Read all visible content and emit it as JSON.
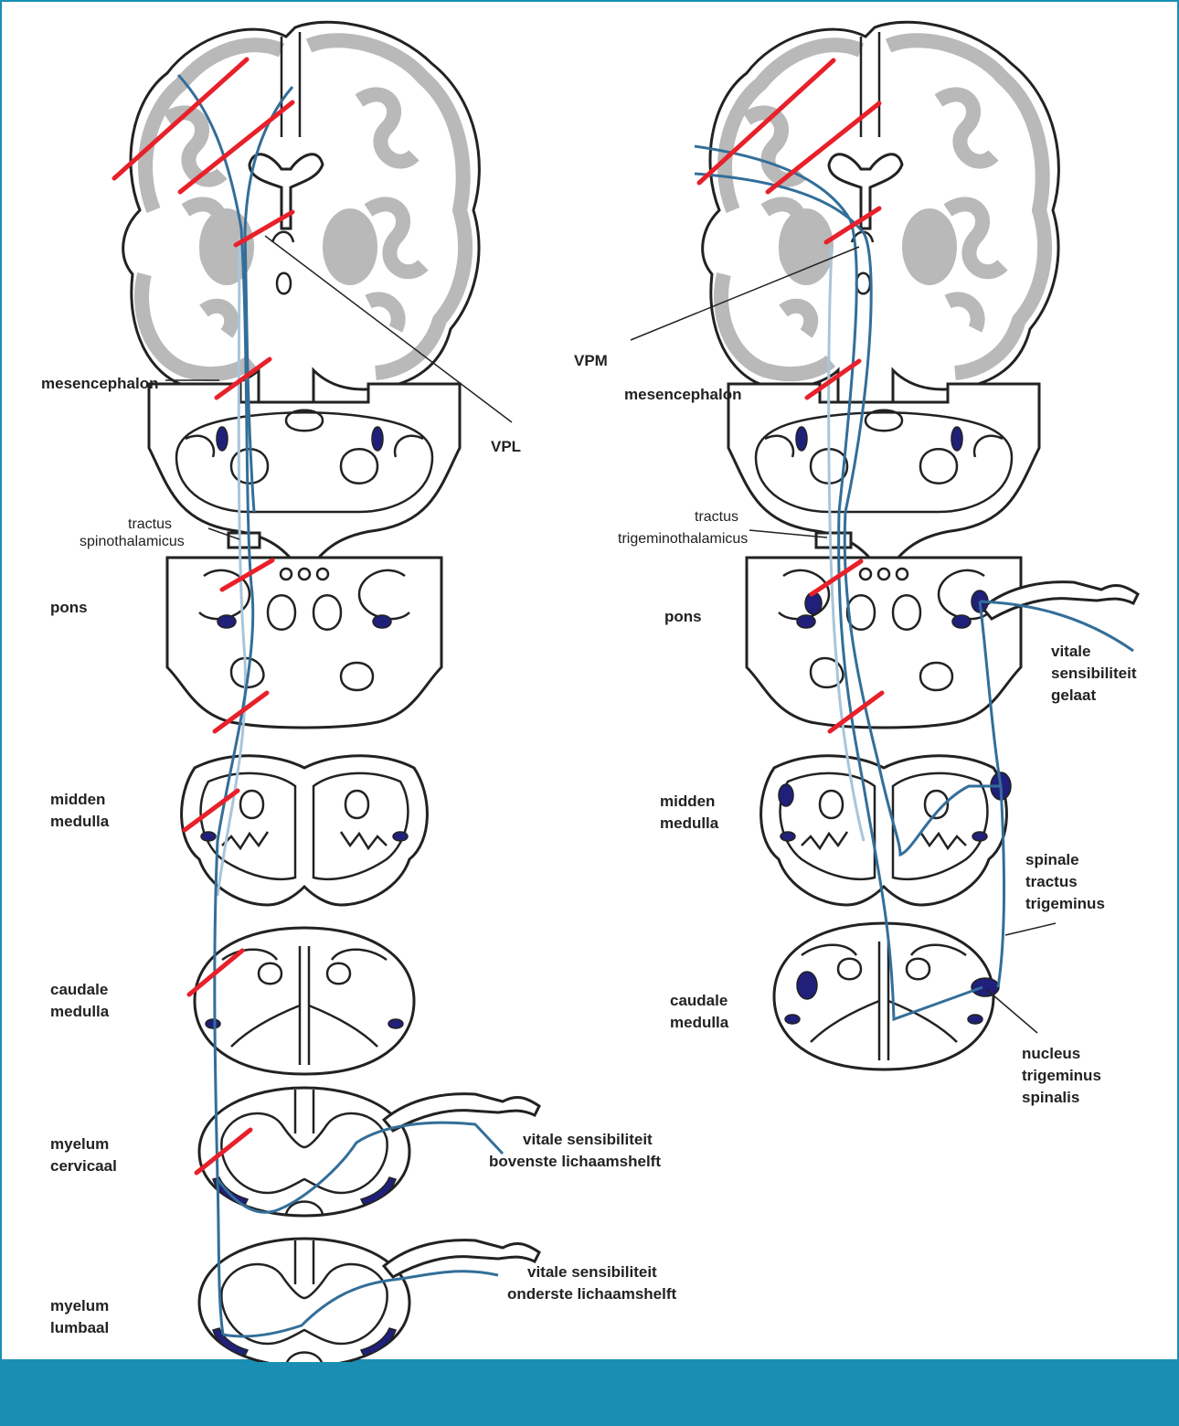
{
  "colors": {
    "accent": "#1a8fb3",
    "lesion": "#e8202a",
    "tract": "#336e99",
    "nucleus": "#20207a",
    "grey_matter": "#b9b9b9"
  },
  "left_panel": {
    "labels": {
      "mesencephalon": "mesencephalon",
      "vpl": "VPL",
      "tract_line1": "tractus",
      "tract_line2": "spinothalamicus",
      "pons": "pons",
      "midden_1": "midden",
      "midden_2": "medulla",
      "caudale_1": "caudale",
      "caudale_2": "medulla",
      "cervicaal_1": "myelum",
      "cervicaal_2": "cervicaal",
      "lumbaal_1": "myelum",
      "lumbaal_2": "lumbaal",
      "upper_body_1": "vitale sensibiliteit",
      "upper_body_2": "bovenste lichaamshelft",
      "lower_body_1": "vitale sensibiliteit",
      "lower_body_2": "onderste lichaamshelft"
    }
  },
  "right_panel": {
    "labels": {
      "vpm": "VPM",
      "mesencephalon": "mesencephalon",
      "tract_line1": "tractus",
      "tract_line2": "trigeminothalamicus",
      "pons": "pons",
      "face_1": "vitale",
      "face_2": "sensibiliteit",
      "face_3": "gelaat",
      "midden_1": "midden",
      "midden_2": "medulla",
      "spinal_1": "spinale",
      "spinal_2": "tractus",
      "spinal_3": "trigeminus",
      "caudale_1": "caudale",
      "caudale_2": "medulla",
      "nucleus_1": "nucleus",
      "nucleus_2": "trigeminus",
      "nucleus_3": "spinalis"
    }
  }
}
